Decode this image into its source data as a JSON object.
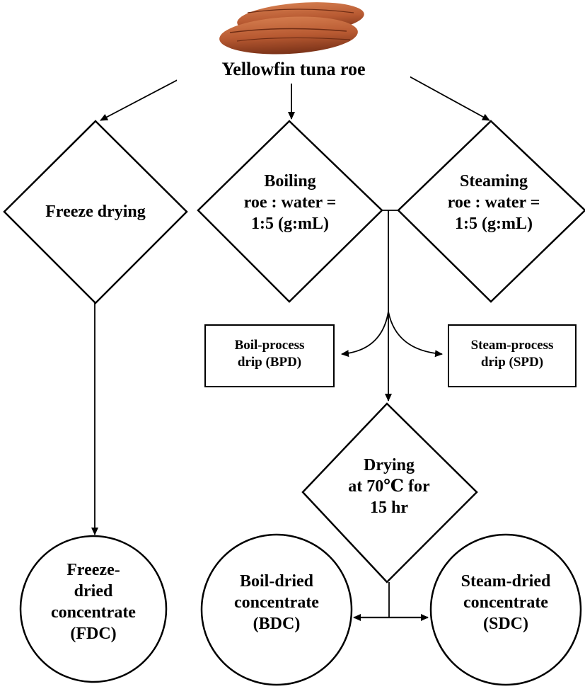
{
  "root": {
    "line1": "Yellowfin tuna roe",
    "image": "tuna-roe-photo"
  },
  "freeze": {
    "line1": "Freeze drying"
  },
  "boiling": {
    "line1": "Boiling",
    "line2": "roe : water =",
    "line3": "1:5 (g:mL)"
  },
  "steaming": {
    "line1": "Steaming",
    "line2": "roe : water =",
    "line3": "1:5 (g:mL)"
  },
  "bpd": {
    "line1": "Boil-process",
    "line2": "drip  (BPD)"
  },
  "spd": {
    "line1": "Steam-process",
    "line2": "drip  (SPD)"
  },
  "drying": {
    "line1": "Drying",
    "line2": "at 70℃ for",
    "line3": "15 hr"
  },
  "fdc": {
    "line1": "Freeze-",
    "line2": "dried",
    "line3": "concentrate",
    "line4": "(FDC)"
  },
  "bdc": {
    "line1": "Boil-dried",
    "line2": "concentrate",
    "line3": "(BDC)"
  },
  "sdc": {
    "line1": "Steam-dried",
    "line2": "concentrate",
    "line3": "(SDC)"
  },
  "colors": {
    "roe": "#b85a32",
    "roe_dark": "#7a3218",
    "line": "#000000"
  }
}
